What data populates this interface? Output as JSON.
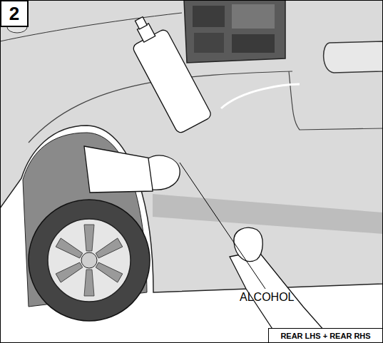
{
  "diagram": {
    "nodes": [
      {
        "text": [
          "2"
        ]
      },
      {
        "text": [
          "REAR LHS + REAR RHS"
        ]
      }
    ],
    "labels": [
      "ALCOHOL"
    ]
  }
}
